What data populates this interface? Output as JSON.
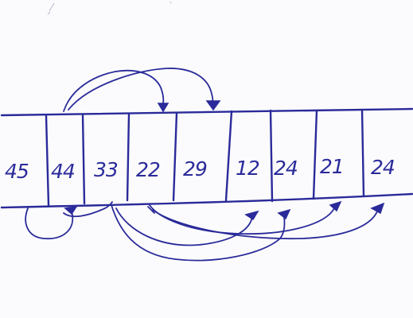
{
  "array": {
    "values": [
      "45",
      "44",
      "33",
      "22",
      "29",
      "12",
      "24",
      "21",
      "24"
    ]
  },
  "colors": {
    "ink": "#2a2a9a",
    "paper": "#fbfbfd"
  }
}
